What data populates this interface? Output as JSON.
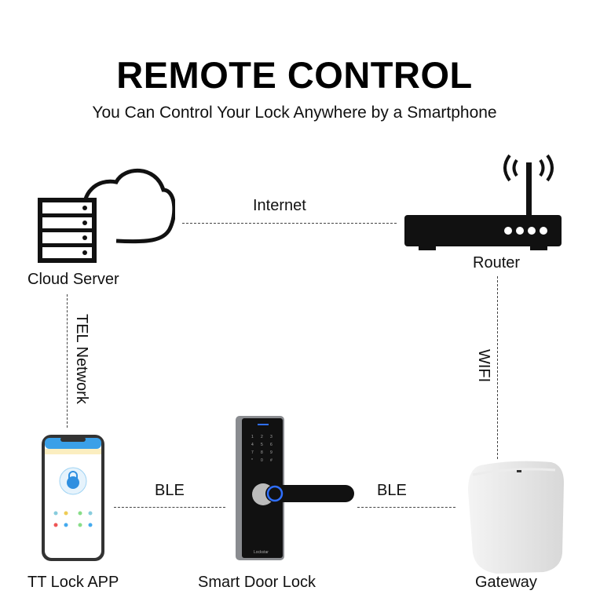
{
  "header": {
    "title": "REMOTE CONTROL",
    "subtitle": "You Can Control Your Lock Anywhere by a Smartphone"
  },
  "nodes": {
    "cloud_server": "Cloud Server",
    "router": "Router",
    "app": "TT Lock APP",
    "lock": "Smart Door Lock",
    "gateway": "Gateway"
  },
  "links": {
    "internet": "Internet",
    "tel": "TEL Network",
    "wifi": "WIFI",
    "ble_left": "BLE",
    "ble_right": "BLE"
  },
  "colors": {
    "accent": "#2f7de1",
    "dark": "#111111"
  }
}
